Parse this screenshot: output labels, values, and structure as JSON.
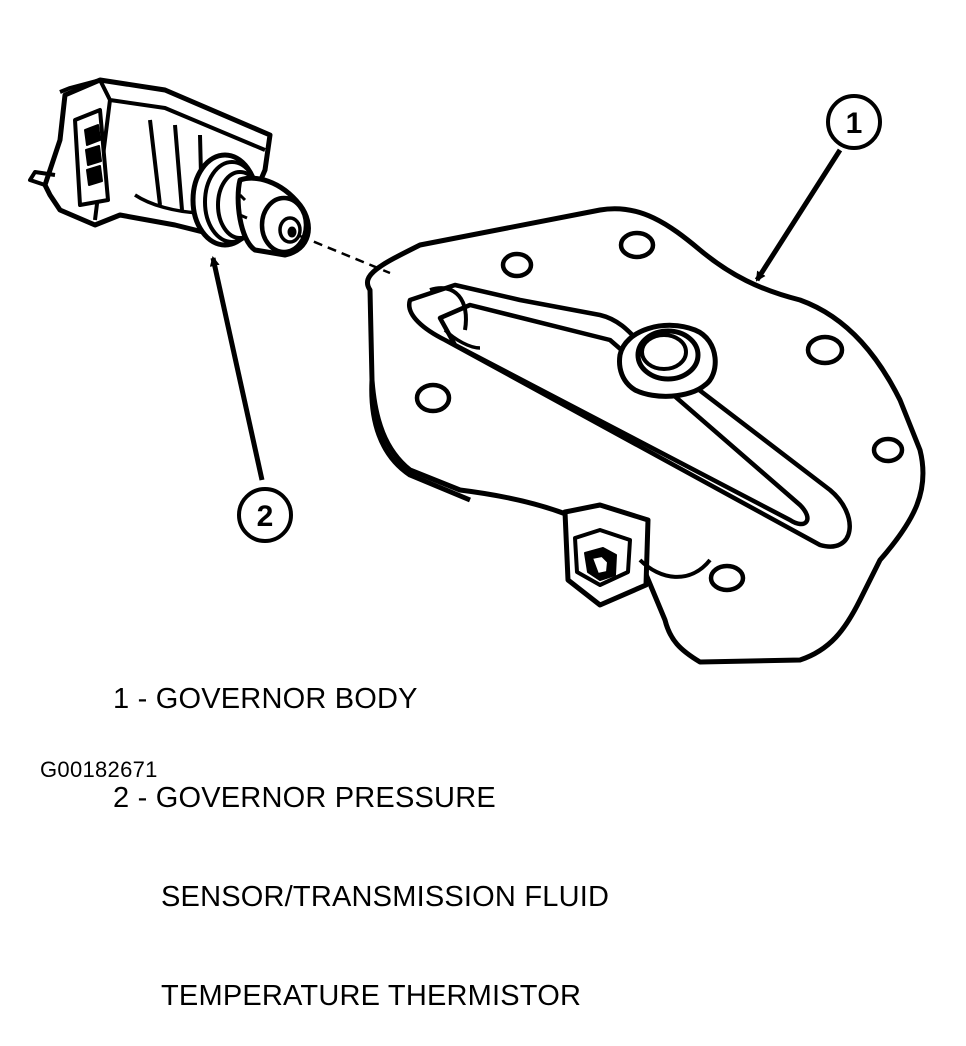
{
  "callouts": [
    {
      "number": "1"
    },
    {
      "number": "2"
    }
  ],
  "legend": {
    "item1": "1 - GOVERNOR BODY",
    "item2_line1": "2 - GOVERNOR PRESSURE",
    "item2_line2": "SENSOR/TRANSMISSION FLUID",
    "item2_line3": "TEMPERATURE THERMISTOR"
  },
  "figure_id": "G00182671"
}
